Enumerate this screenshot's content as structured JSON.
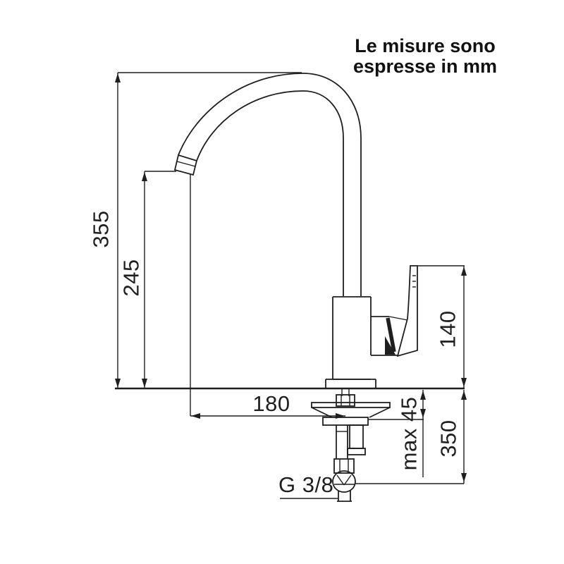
{
  "note": {
    "line1": "Le misure sono",
    "line2": "espresse in mm"
  },
  "dimensions": {
    "height_total": "355",
    "height_spout_outlet": "245",
    "height_body_handle": "140",
    "reach": "180",
    "deck_thickness": "max 45",
    "supply_length": "350",
    "thread": "G 3/8"
  },
  "colors": {
    "line": "#1f1f1f",
    "background": "#ffffff"
  }
}
